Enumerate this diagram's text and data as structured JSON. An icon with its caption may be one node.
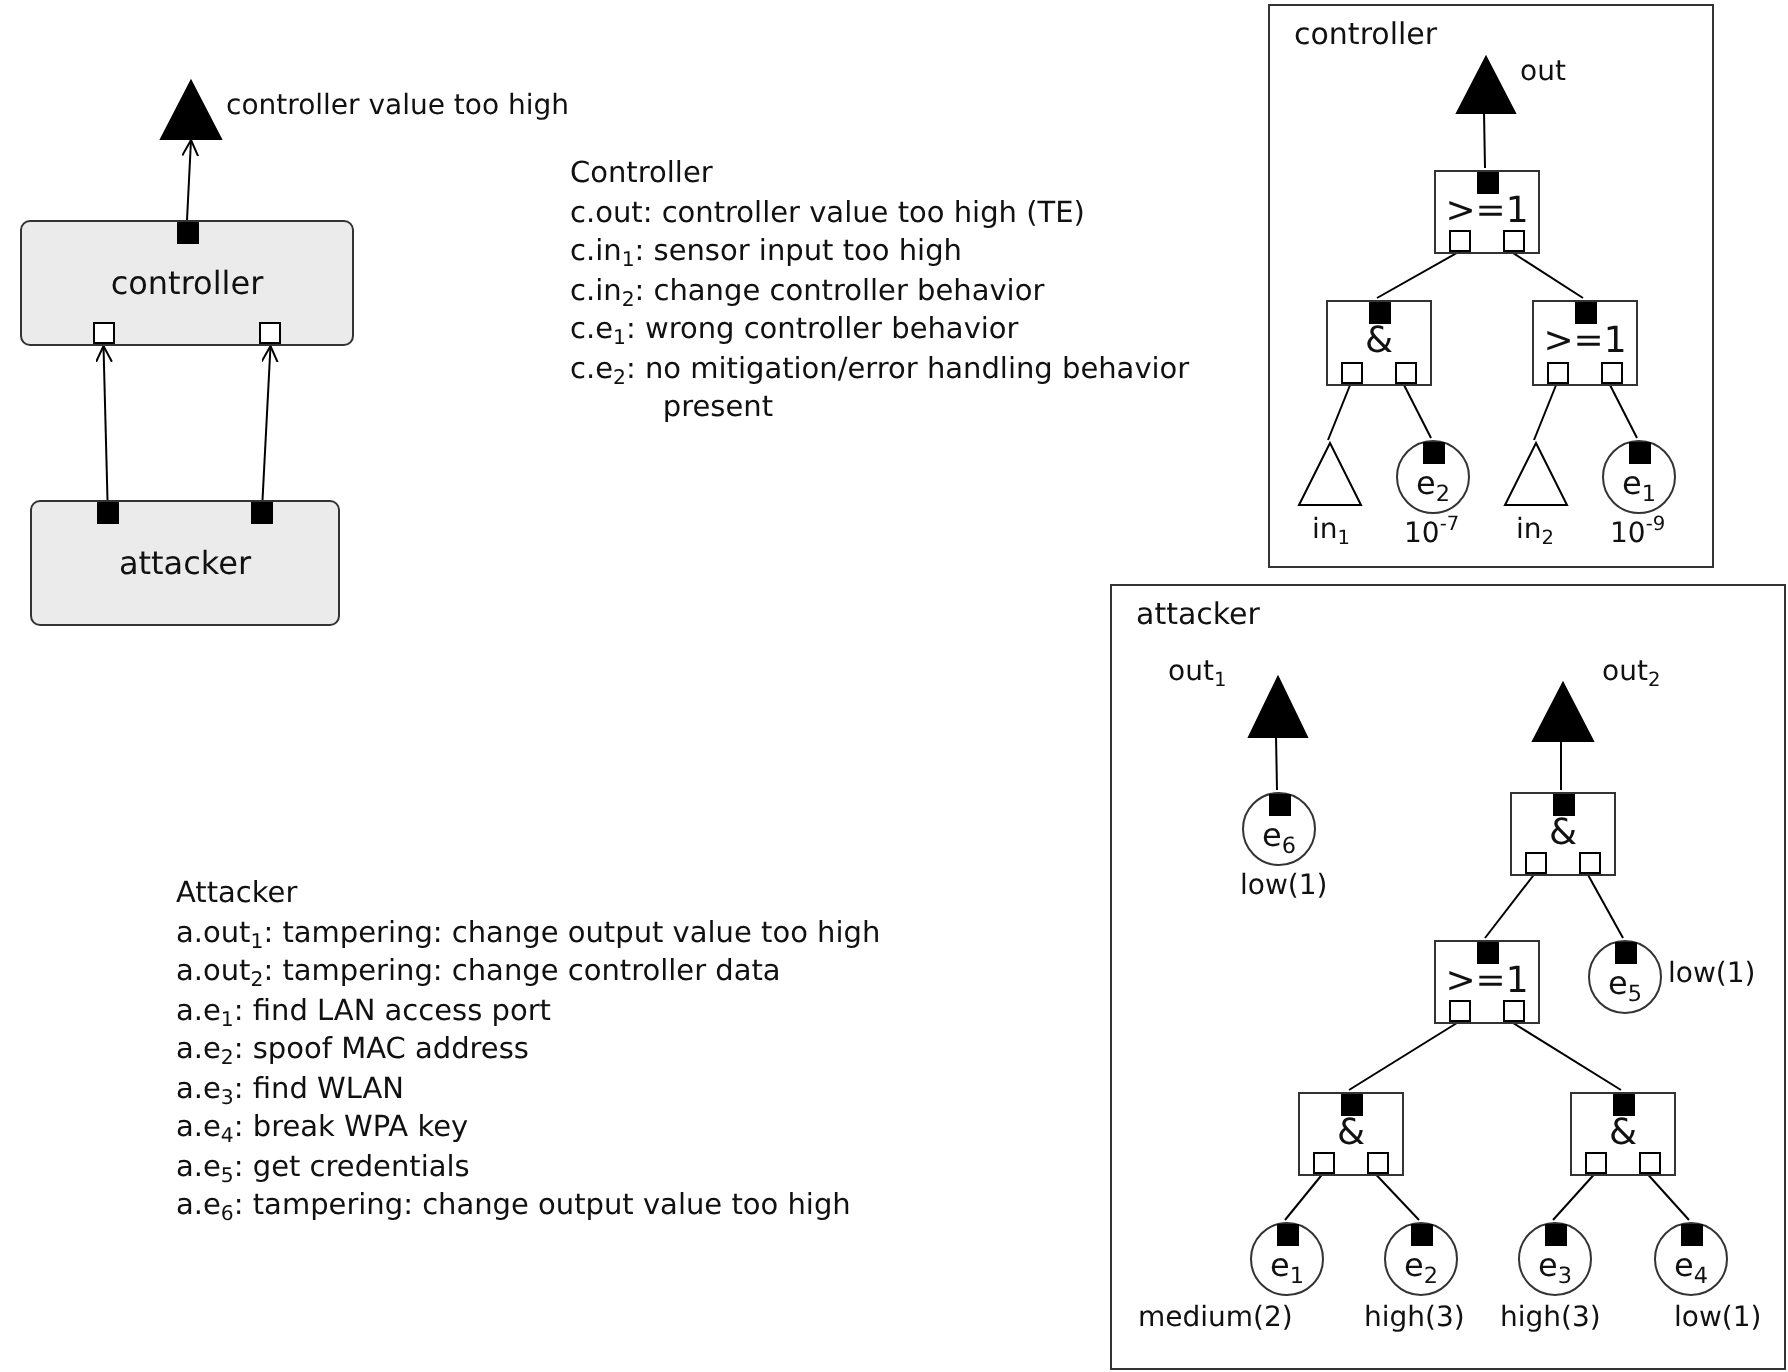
{
  "diagram": {
    "nodes": [
      {
        "text": [],
        "shape": "triangle",
        "beside": [
          "controller value too high"
        ]
      },
      {
        "text": [
          "controller"
        ]
      },
      {
        "text": [
          "attacker"
        ]
      },
      {
        "text": [
          "controller"
        ]
      },
      {
        "text": [],
        "shape": "triangle",
        "in": 3,
        "beside": [
          "out"
        ]
      },
      {
        "text": [
          ">=1"
        ],
        "in": 3
      },
      {
        "text": [
          "&"
        ],
        "in": 3
      },
      {
        "text": [
          ">=1"
        ],
        "in": 3
      },
      {
        "text": [],
        "shape": "triangle",
        "in": 3,
        "beside": [
          "in$_{1}$"
        ]
      },
      {
        "text": [
          "e$_{2}$"
        ],
        "in": 3,
        "beside": [
          "10$^{-7}$"
        ]
      },
      {
        "text": [],
        "shape": "triangle",
        "in": 3,
        "beside": [
          "in$_{2}$"
        ]
      },
      {
        "text": [
          "e$_{1}$"
        ],
        "in": 3,
        "beside": [
          "10$^{-9}$"
        ]
      },
      {
        "text": [
          "attacker"
        ]
      },
      {
        "text": [],
        "shape": "triangle",
        "in": 12,
        "beside": [
          "out$_{1}$"
        ]
      },
      {
        "text": [
          "e$_{6}$"
        ],
        "in": 12,
        "beside": [
          "low(1)"
        ]
      },
      {
        "text": [],
        "shape": "triangle",
        "in": 12,
        "beside": [
          "out$_{2}$"
        ]
      },
      {
        "text": [
          "&"
        ],
        "in": 12
      },
      {
        "text": [
          ">=1"
        ],
        "in": 12
      },
      {
        "text": [
          "e$_{5}$"
        ],
        "in": 12,
        "beside": [
          "low(1)"
        ]
      },
      {
        "text": [
          "&"
        ],
        "in": 12
      },
      {
        "text": [
          "&"
        ],
        "in": 12
      },
      {
        "text": [
          "e$_{1}$"
        ],
        "in": 12,
        "beside": [
          "medium(2)"
        ]
      },
      {
        "text": [
          "e$_{2}$"
        ],
        "in": 12,
        "beside": [
          "high(3)"
        ]
      },
      {
        "text": [
          "e$_{3}$"
        ],
        "in": 12,
        "beside": [
          "high(3)"
        ]
      },
      {
        "text": [
          "e$_{4}$"
        ],
        "in": 12,
        "beside": [
          "low(1)"
        ]
      }
    ],
    "edges": [
      {
        "from": 1,
        "to": 0,
        "arrow": "to"
      },
      {
        "from": 2,
        "to": 1,
        "arrow": "to"
      },
      {
        "from": 2,
        "to": 1,
        "arrow": "to"
      },
      {
        "from": 5,
        "to": 4,
        "arrow": "none"
      },
      {
        "from": 6,
        "to": 5,
        "arrow": "none"
      },
      {
        "from": 7,
        "to": 5,
        "arrow": "none"
      },
      {
        "from": 8,
        "to": 6,
        "arrow": "none"
      },
      {
        "from": 9,
        "to": 6,
        "arrow": "none"
      },
      {
        "from": 10,
        "to": 7,
        "arrow": "none"
      },
      {
        "from": 11,
        "to": 7,
        "arrow": "none"
      },
      {
        "from": 14,
        "to": 13,
        "arrow": "none"
      },
      {
        "from": 16,
        "to": 15,
        "arrow": "none"
      },
      {
        "from": 17,
        "to": 16,
        "arrow": "none"
      },
      {
        "from": 18,
        "to": 16,
        "arrow": "none"
      },
      {
        "from": 19,
        "to": 17,
        "arrow": "none"
      },
      {
        "from": 20,
        "to": 17,
        "arrow": "none"
      },
      {
        "from": 21,
        "to": 19,
        "arrow": "none"
      },
      {
        "from": 22,
        "to": 19,
        "arrow": "none"
      },
      {
        "from": 23,
        "to": 20,
        "arrow": "none"
      },
      {
        "from": 24,
        "to": 20,
        "arrow": "none"
      }
    ],
    "labels": [
      "Controller",
      "c.out: controller value too high (TE)",
      "c.in$_{1}$: sensor input too high",
      "c.in$_{2}$: change controller behavior",
      "c.e$_{1}$: wrong controller behavior",
      "c.e$_{2}$: no mitigation/error handling behavior present",
      "Attacker",
      "a.out$_{1}$: tampering: change output value too high",
      "a.out$_{2}$: tampering: change controller data",
      "a.e$_{1}$: find LAN access port",
      "a.e$_{2}$: spoof MAC address",
      "a.e$_{3}$: find WLAN",
      "a.e$_{4}$: break WPA key",
      "a.e$_{5}$: get credentials",
      "a.e$_{6}$: tampering: change output value too high"
    ]
  }
}
